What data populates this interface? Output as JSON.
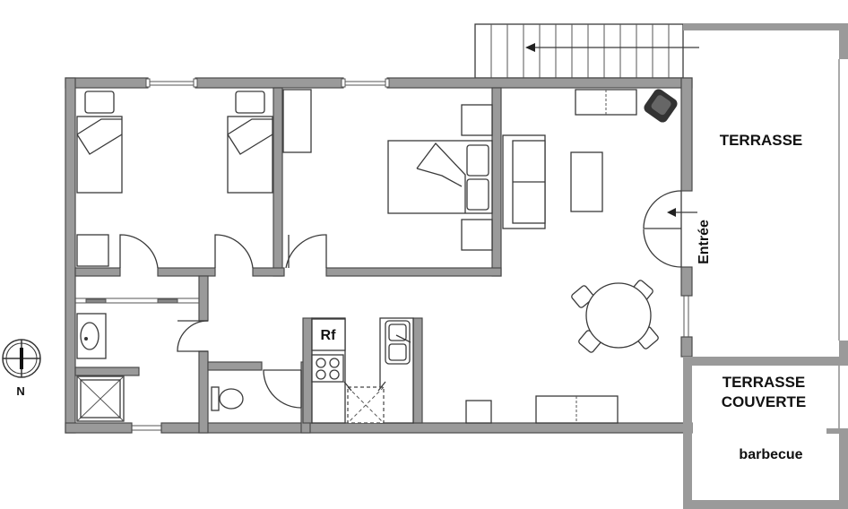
{
  "labels": {
    "terrasse": "TERRASSE",
    "terrasse_couverte_line1": "TERRASSE",
    "terrasse_couverte_line2": "COUVERTE",
    "barbecue": "barbecue",
    "entree": "Entrée",
    "fridge": "Rf",
    "compass": "N"
  },
  "colors": {
    "wall_fill": "#9a9a9a",
    "line": "#3a3a3a",
    "background": "#ffffff"
  }
}
